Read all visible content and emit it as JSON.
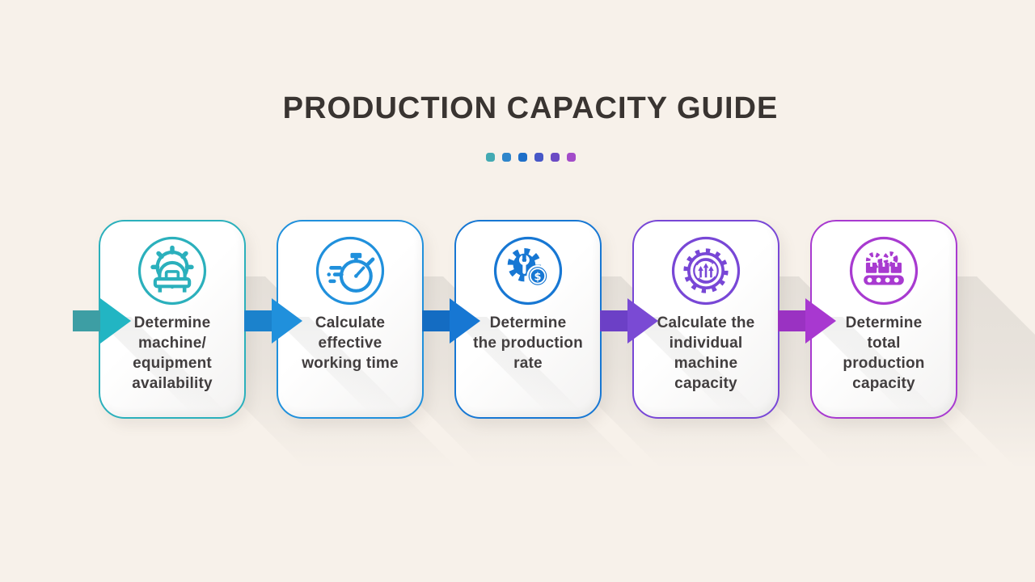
{
  "title": "PRODUCTION CAPACITY GUIDE",
  "title_color": "#393431",
  "background_color": "#f7f1ea",
  "divider_dots": [
    "#43aab3",
    "#2f86cb",
    "#1e6fc8",
    "#4757c7",
    "#6b4bc4",
    "#a34cc9"
  ],
  "steps": [
    {
      "label": "Determine\nmachine/\nequipment\navailability",
      "icon": "machine-gear-icon",
      "color": "#2bb0bc",
      "arrow_head": "#22b5c3",
      "arrow_tail": "#3d9ea4"
    },
    {
      "label": "Calculate\neffective\nworking time",
      "icon": "stopwatch-icon",
      "color": "#2090dc",
      "arrow_head": "#2090dc",
      "arrow_tail": "#1b82cc"
    },
    {
      "label": "Determine\nthe production\nrate",
      "icon": "gear-dollar-icon",
      "color": "#1777d3",
      "arrow_head": "#1777d3",
      "arrow_tail": "#146cc2"
    },
    {
      "label": "Calculate the\nindividual\nmachine\ncapacity",
      "icon": "growth-gear-icon",
      "color": "#7847d6",
      "arrow_head": "#7a4ad4",
      "arrow_tail": "#6c40c6"
    },
    {
      "label": "Determine\ntotal\nproduction\ncapacity",
      "icon": "conveyor-icon",
      "color": "#a83ad0",
      "arrow_head": "#a838d0",
      "arrow_tail": "#9a32c2"
    }
  ]
}
